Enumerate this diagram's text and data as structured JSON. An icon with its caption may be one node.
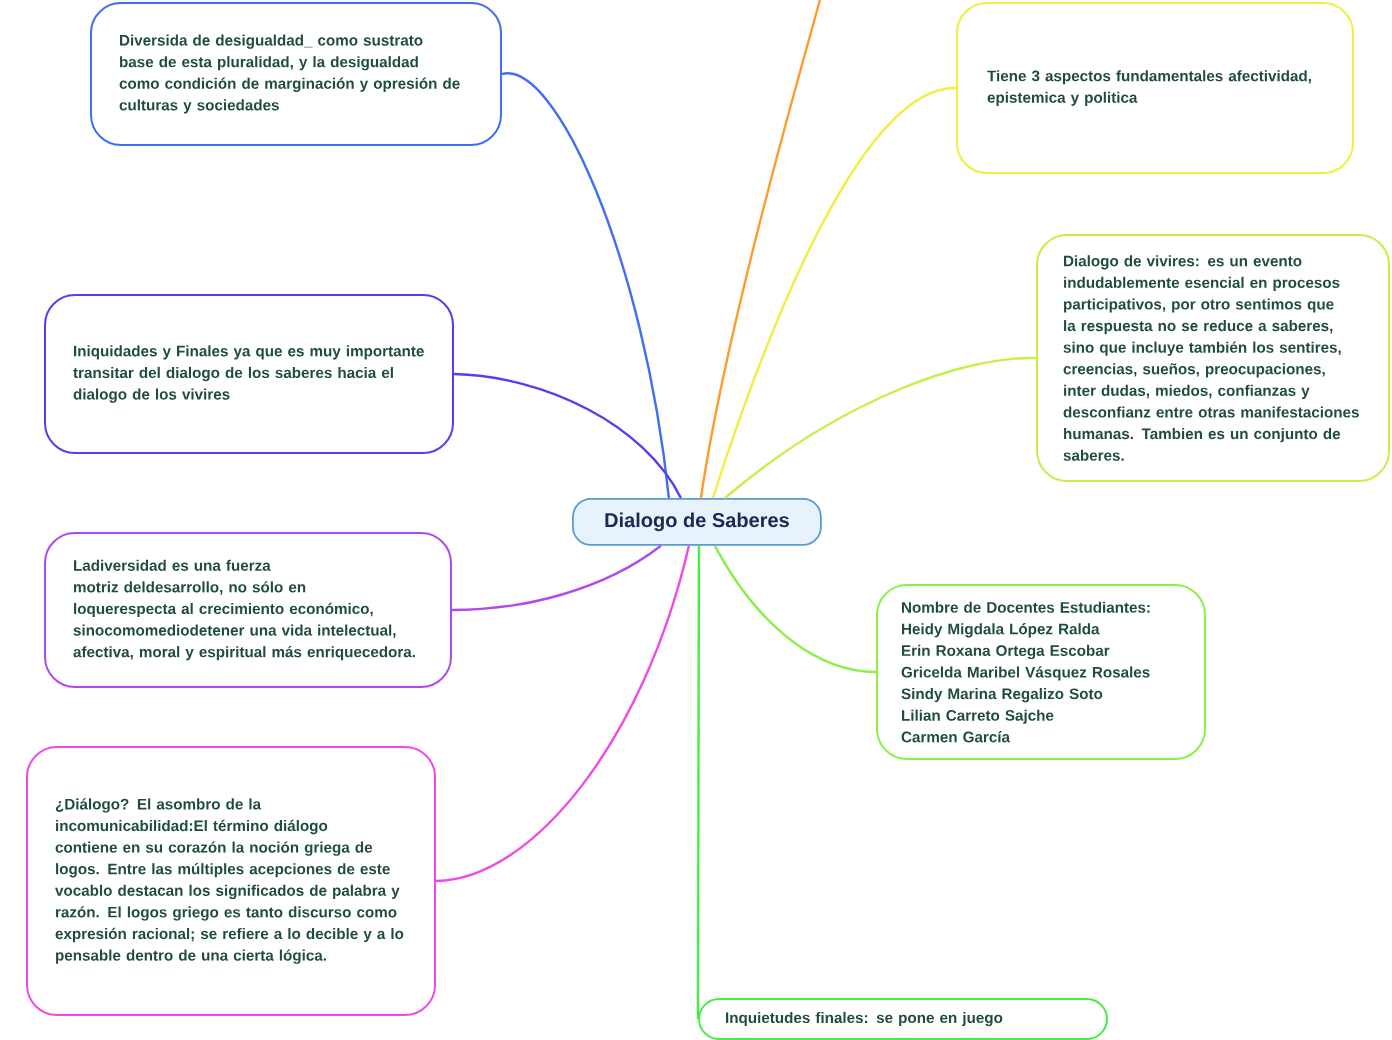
{
  "diagram": {
    "nodes": [
      {
        "text": [
          "Dialogo de Saberes"
        ]
      },
      {
        "text": [
          "Diversida de desigualdad_ como sustrato base de esta pluralidad, y la desigualdad como condición de marginación y opresión de culturas y sociedades"
        ]
      },
      {
        "text": [
          "Iniquidades y Finales ya que es muy importante transitar del dialogo de los saberes hacia el dialogo de los vivires"
        ]
      },
      {
        "text": [
          "Ladiversidad es una fuerza motriz deldesarrollo, no sólo en loquerespecta al crecimiento económico, sinocomomediodetener una vida intelectual, afectiva, moral y espiritual más enriquecedora."
        ]
      },
      {
        "text": [
          "¿Diálogo? El asombro de la incomunicabilidad:El término diálogo contiene en su corazón la noción griega de logos. Entre las múltiples acepciones de este vocablo destacan los significados de palabra y razón. El logos griego es tanto discurso como expresión racional; se refiere a lo decible y a lo pensable dentro de una cierta lógica."
        ]
      },
      {
        "text": [
          "Tiene 3 aspectos fundamentales afectividad, epistemica y politica"
        ]
      },
      {
        "text": [
          "Dialogo de vivires: es un evento indudablemente esencial en procesos participativos, por otro sentimos que la respuesta no se reduce a saberes, sino que incluye también los sentires, creencias, sueños, preocupaciones, inter dudas, miedos, confianzas y desconfianz entre otras manifestaciones humanas. Tambien es un conjunto de saberes."
        ]
      },
      {
        "text": [
          "Nombre de Docentes Estudiantes:",
          "Heidy Migdala López Ralda",
          "Erin Roxana Ortega Escobar",
          "Gricelda Maribel Vásquez Rosales",
          "Sindy Marina Regalizo Soto",
          "Lilian Carreto Sajche",
          "Carmen García"
        ]
      },
      {
        "text": [
          "Inquietudes finales: se pone en juego"
        ]
      }
    ],
    "edges": [
      {
        "from": 0,
        "to": 1,
        "arrow": "none",
        "color": "#3f6ff2"
      },
      {
        "from": 0,
        "to": 2,
        "arrow": "none",
        "color": "#5b3bf0"
      },
      {
        "from": 0,
        "to": 3,
        "arrow": "none",
        "color": "#b04af0"
      },
      {
        "from": 0,
        "to": 4,
        "arrow": "none",
        "color": "#f04ae6"
      },
      {
        "from": 0,
        "to": null,
        "arrow": "none",
        "color": "#ff9a2e"
      },
      {
        "from": 0,
        "to": 5,
        "arrow": "none",
        "color": "#f2ee40"
      },
      {
        "from": 0,
        "to": 6,
        "arrow": "none",
        "color": "#c6f046"
      },
      {
        "from": 0,
        "to": 7,
        "arrow": "none",
        "color": "#8cf04a"
      },
      {
        "from": 0,
        "to": 8,
        "arrow": "none",
        "color": "#44ee44"
      }
    ]
  }
}
